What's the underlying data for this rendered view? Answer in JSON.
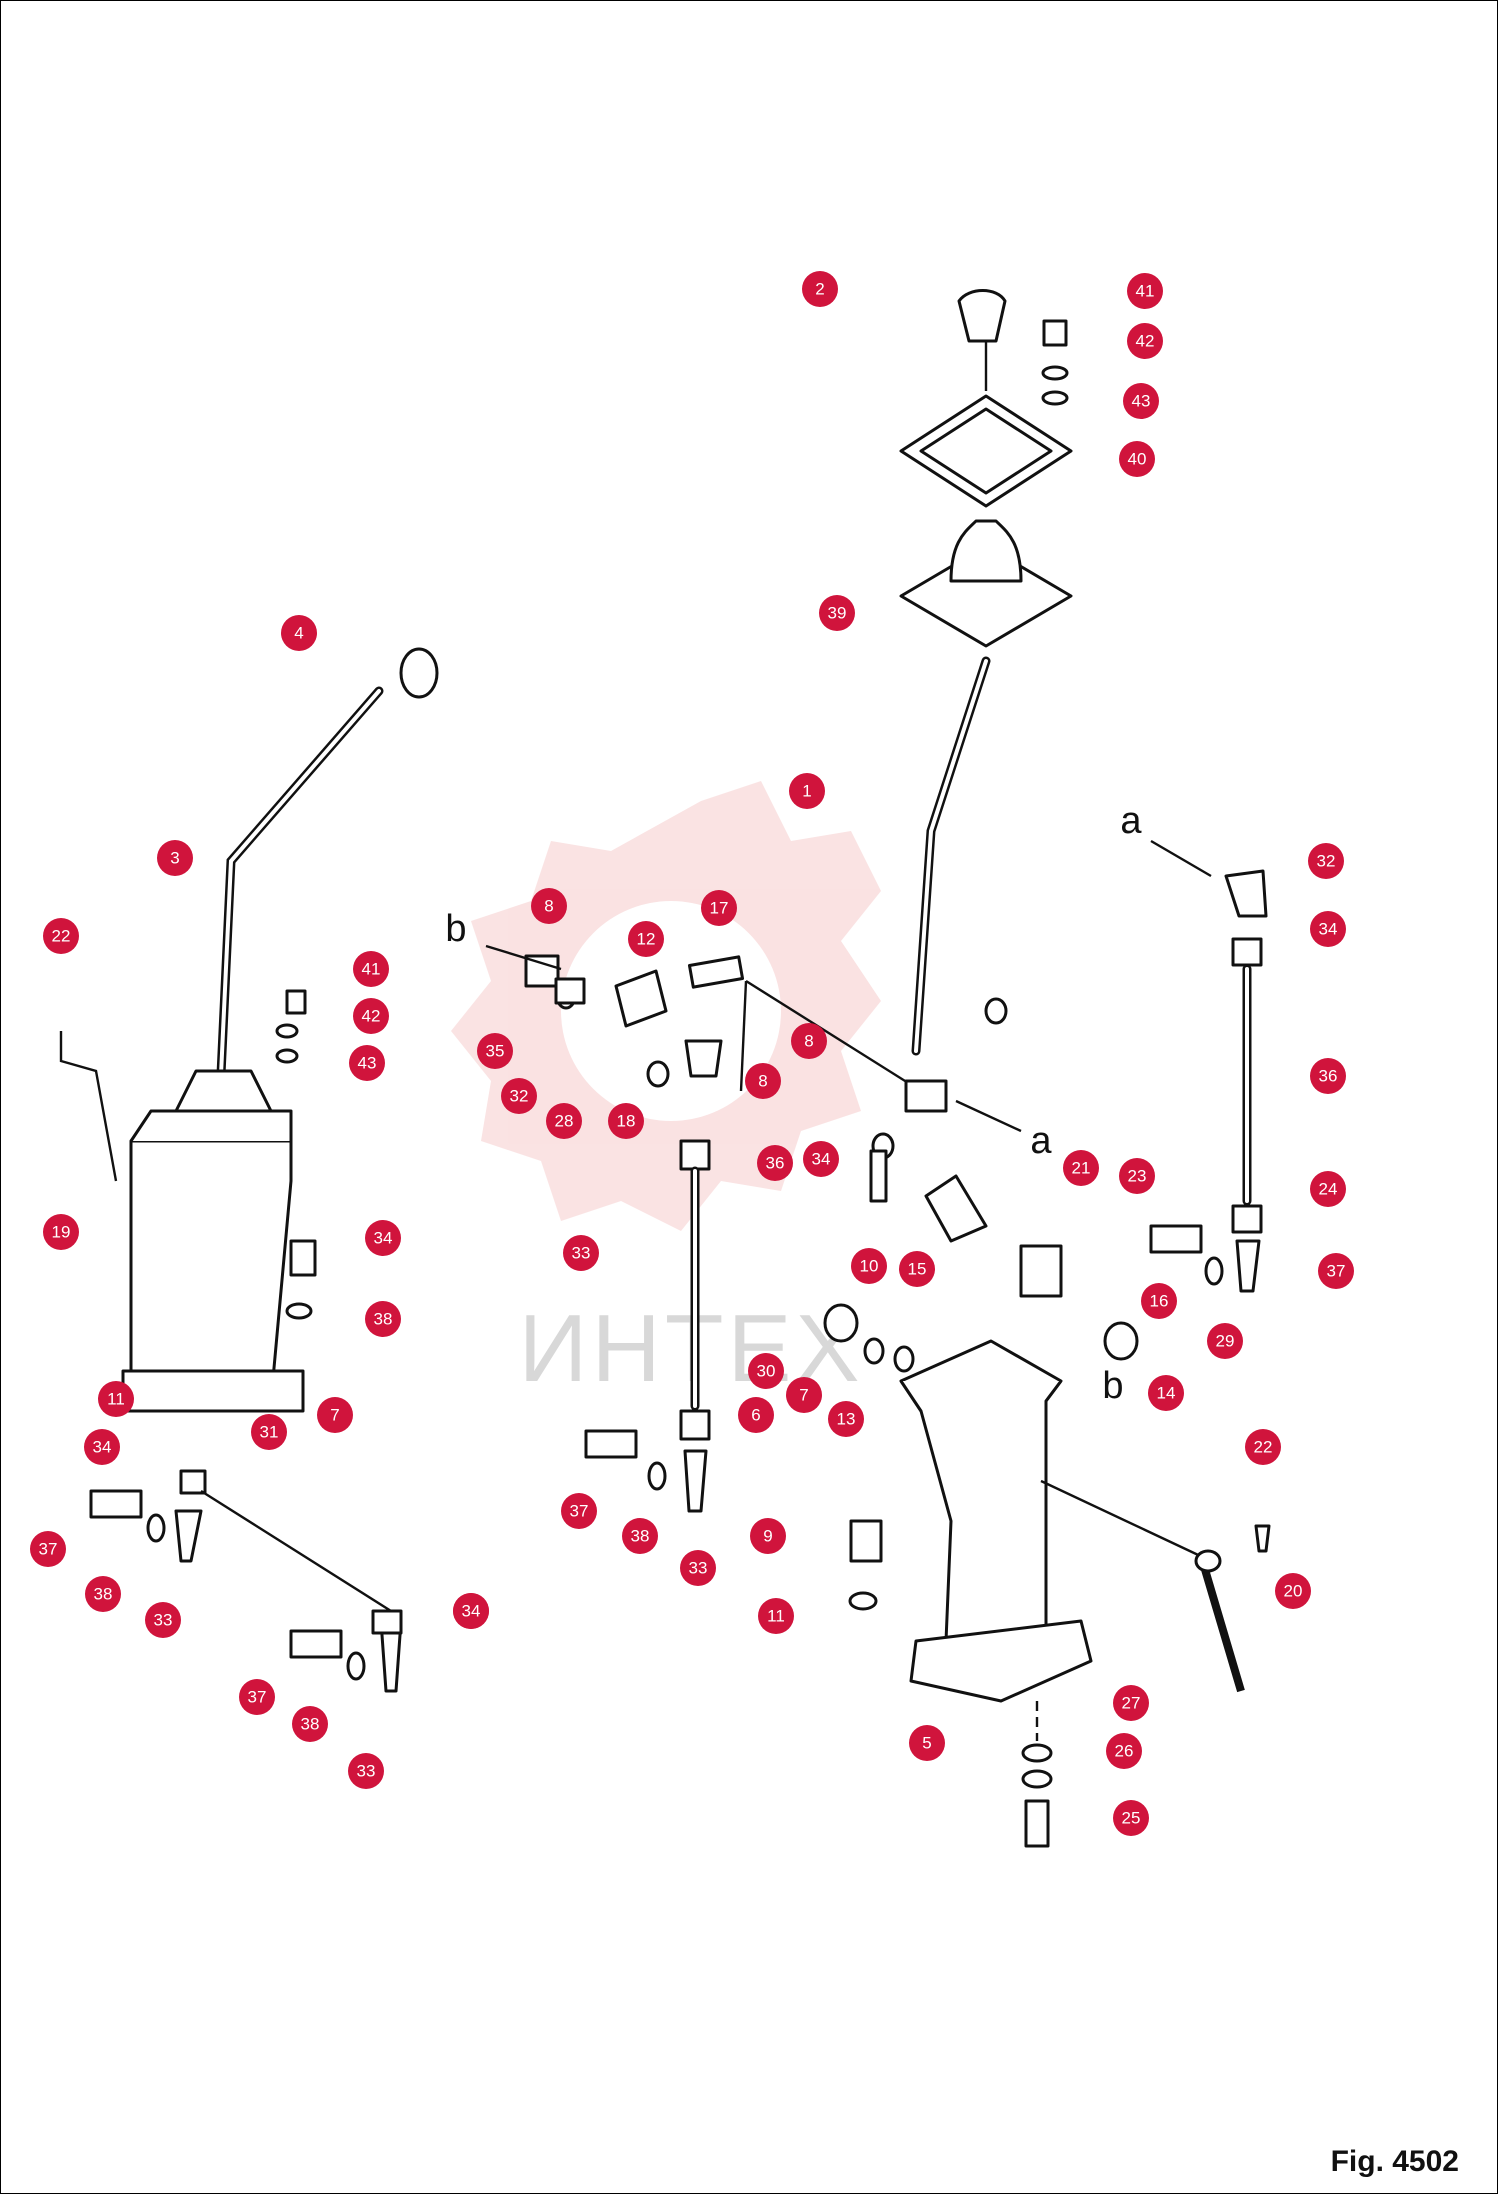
{
  "figure": {
    "label": "Fig. 4502"
  },
  "watermark": {
    "text": "ИНТЕХ"
  },
  "colors": {
    "callout": "#d0143c",
    "line": "#111111",
    "watermark_gear": "#f4c0c0",
    "watermark_text": "#c8c8c8"
  },
  "reference_letters": [
    "a",
    "b",
    "a",
    "b"
  ],
  "callouts": [
    "2",
    "41",
    "42",
    "43",
    "40",
    "39",
    "4",
    "1",
    "3",
    "32",
    "22",
    "41",
    "42",
    "43",
    "8",
    "17",
    "12",
    "34",
    "35",
    "8",
    "8",
    "36",
    "32",
    "28",
    "18",
    "36",
    "34",
    "19",
    "21",
    "23",
    "24",
    "34",
    "10",
    "15",
    "16",
    "37",
    "33",
    "29",
    "38",
    "11",
    "30",
    "7",
    "14",
    "7",
    "6",
    "34",
    "31",
    "13",
    "34",
    "22",
    "37",
    "38",
    "9",
    "33",
    "20",
    "37",
    "33",
    "38",
    "11",
    "34",
    "27",
    "37",
    "26",
    "38",
    "5",
    "25",
    "33"
  ]
}
